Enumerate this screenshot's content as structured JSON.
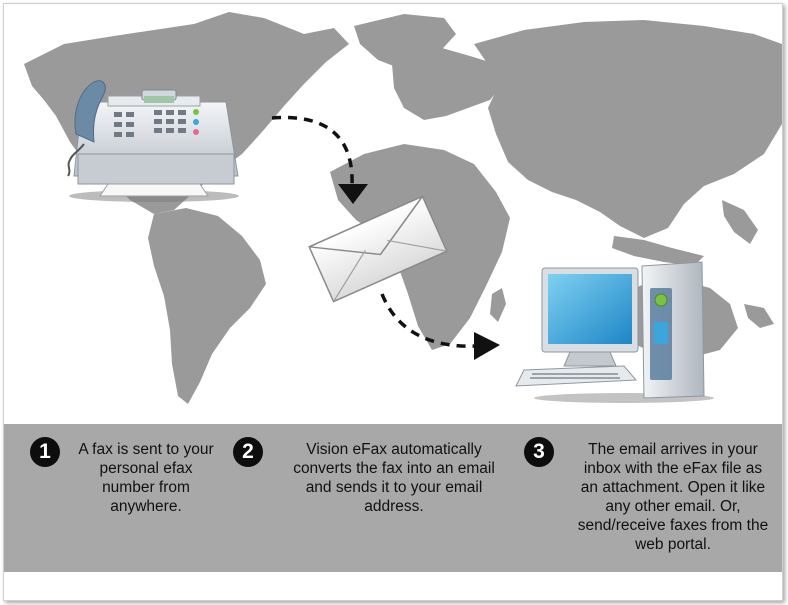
{
  "colors": {
    "map_land": "#9a9a9a",
    "steps_bar": "#a8a8a8",
    "number_circle": "#0d0d0d",
    "arrow": "#111111",
    "screen_blue": "#3aa6dc",
    "power_green": "#7cc242"
  },
  "icons": {
    "map": "world-map",
    "source": "fax-machine",
    "message": "envelope",
    "destination": "desktop-computer"
  },
  "steps": [
    {
      "number": "1",
      "text": "A fax is sent to your\npersonal efax\nnumber from\nanywhere."
    },
    {
      "number": "2",
      "text": "Vision eFax automatically\nconverts the fax into an email\nand sends it to your email\naddress."
    },
    {
      "number": "3",
      "text": "The email arrives in your\ninbox with the eFax file as\nan attachment.  Open it like\nany other email.  Or,\nsend/receive faxes from the\nweb portal."
    }
  ]
}
